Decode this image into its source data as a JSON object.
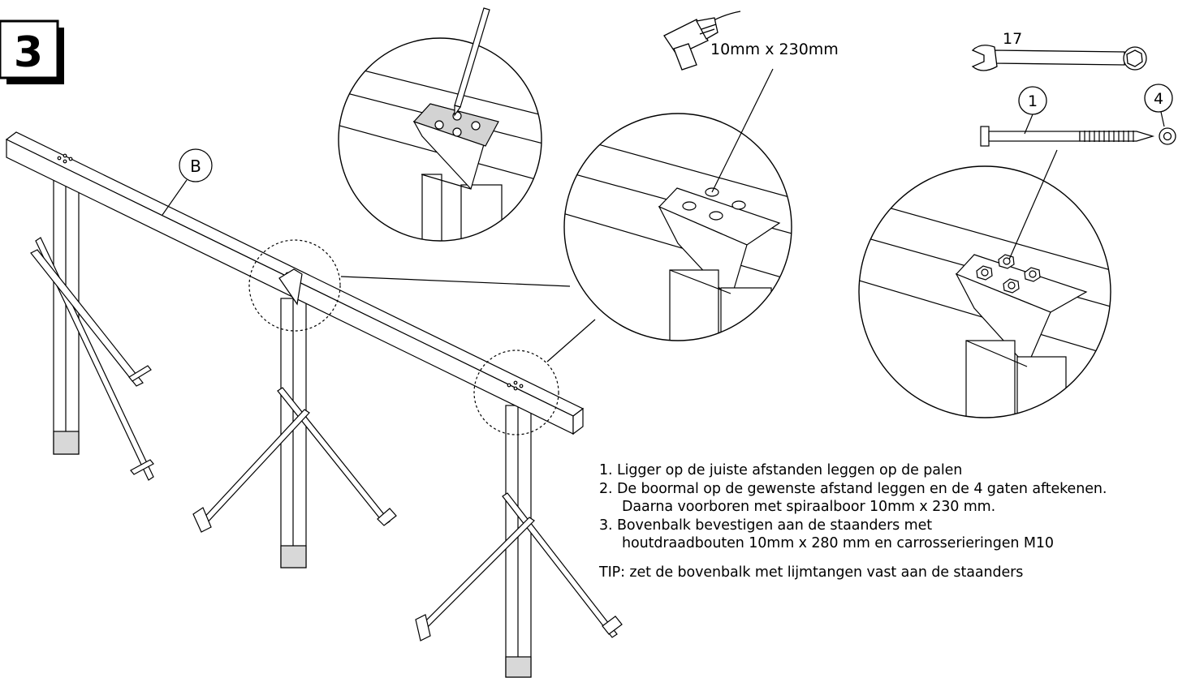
{
  "step": {
    "number": "3"
  },
  "labels": {
    "beam_callout": "B",
    "drill_size": "10mm x 230mm",
    "wrench_size": "17",
    "bolt_callout": "1",
    "washer_callout": "4"
  },
  "icons": [
    "drill-icon",
    "wrench-icon",
    "bolt-icon",
    "washer-icon"
  ],
  "instructions": [
    {
      "text": "1. Ligger op de juiste afstanden leggen op de palen"
    },
    {
      "text": "2. De boormal op de gewenste afstand leggen en de 4 gaten aftekenen."
    },
    {
      "text": "Daarna voorboren met spiraalboor 10mm x 230 mm."
    },
    {
      "text": "3. Bovenbalk bevestigen aan de staanders met"
    },
    {
      "text": "houtdraadbouten 10mm x 280 mm en carrosserieringen M10"
    }
  ],
  "tip": "TIP: zet de bovenbalk met lijmtangen vast aan de staanders"
}
